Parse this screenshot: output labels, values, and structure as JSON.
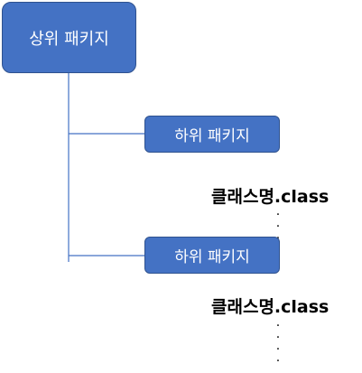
{
  "diagram": {
    "parent_package": "상위 패키지",
    "child_packages": [
      {
        "label": "하위 패키지",
        "class_label": "클래스명.class",
        "ellipsis": "·"
      },
      {
        "label": "하위 패키지",
        "class_label": "클래스명.class",
        "ellipsis": "·"
      }
    ],
    "colors": {
      "node_fill": "#4472c4",
      "node_border": "#2f528f",
      "connector": "#4472c4"
    }
  }
}
